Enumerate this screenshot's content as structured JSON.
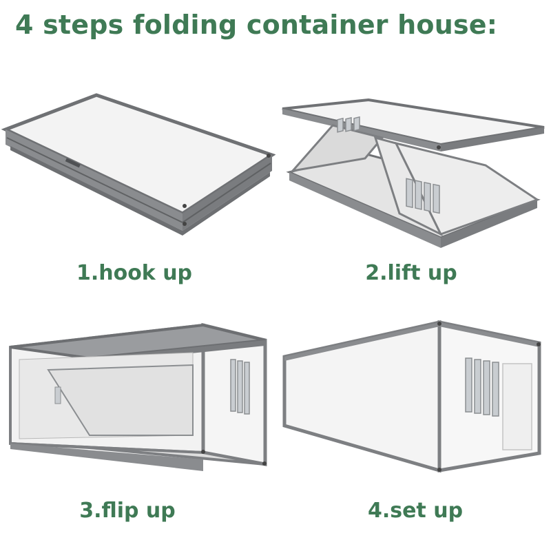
{
  "title": "4 steps folding container house:",
  "steps": [
    {
      "label": "1.hook up",
      "illustration": "folded-container-flat-pack"
    },
    {
      "label": "2.lift up",
      "illustration": "roof-lifted-container"
    },
    {
      "label": "3.flip up",
      "illustration": "wall-flipping-container"
    },
    {
      "label": "4.set up",
      "illustration": "assembled-container-house"
    }
  ],
  "colors": {
    "text": "#3f7a55",
    "frame": "#7d7f82",
    "frame_dark": "#5f6163",
    "panel_light": "#f2f2f2",
    "panel_shadow": "#dcdcdc"
  }
}
